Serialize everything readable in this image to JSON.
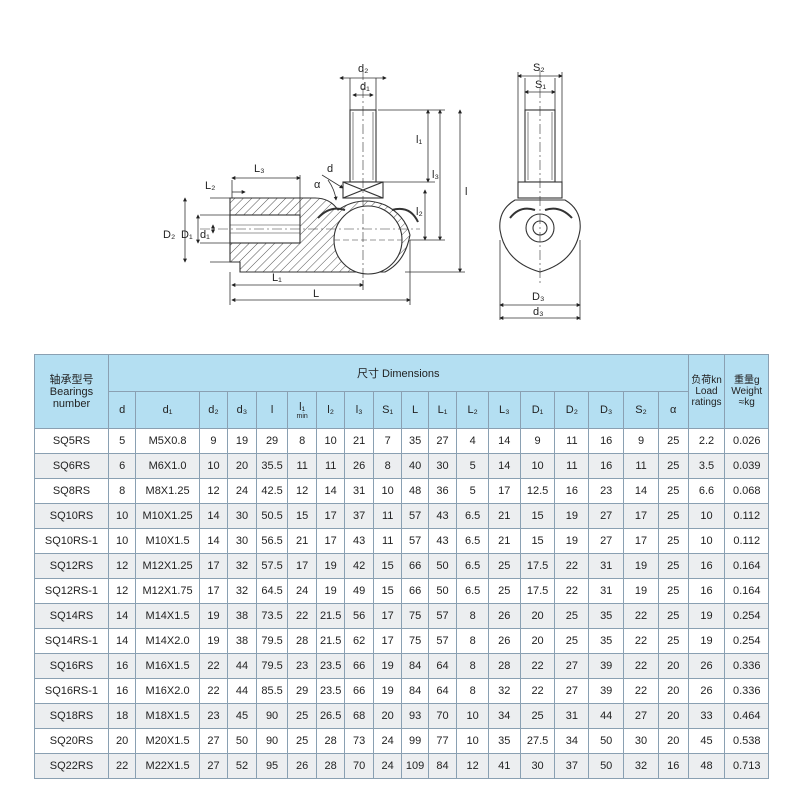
{
  "drawing_labels": {
    "d2_top": "d₂",
    "d1_top": "d₁",
    "l1": "l₁",
    "l3": "l₃",
    "l": "l",
    "l2": "l₂",
    "d": "d",
    "alpha": "α",
    "L3": "L₃",
    "L2": "L₂",
    "D2": "D₂",
    "D1": "D₁",
    "d1_left": "d₁",
    "L1": "L₁",
    "L": "L",
    "S2": "S₂",
    "S1": "S₁",
    "D3": "D₃",
    "d3": "d₃"
  },
  "table": {
    "model_header_cn": "轴承型号",
    "model_header_en1": "Bearings",
    "model_header_en2": "number",
    "dimensions_header": "尺寸 Dimensions",
    "load_header_cn": "负荷kn",
    "load_header_en1": "Load",
    "load_header_en2": "ratings",
    "weight_header_cn": "重量g",
    "weight_header_en1": "Weight",
    "weight_header_en2": "≈kg",
    "columns": [
      "d",
      "d₁",
      "d₂",
      "d₃",
      "l",
      "l₁",
      "l₂",
      "l₃",
      "S₁",
      "L",
      "L₁",
      "L₂",
      "L₃",
      "D₁",
      "D₂",
      "D₃",
      "S₂",
      "α"
    ],
    "l1_sub": "min",
    "rows": [
      [
        "SQ5RS",
        "5",
        "M5X0.8",
        "9",
        "19",
        "29",
        "8",
        "10",
        "21",
        "7",
        "35",
        "27",
        "4",
        "14",
        "9",
        "11",
        "16",
        "9",
        "25",
        "2.2",
        "0.026"
      ],
      [
        "SQ6RS",
        "6",
        "M6X1.0",
        "10",
        "20",
        "35.5",
        "11",
        "11",
        "26",
        "8",
        "40",
        "30",
        "5",
        "14",
        "10",
        "11",
        "16",
        "11",
        "25",
        "3.5",
        "0.039"
      ],
      [
        "SQ8RS",
        "8",
        "M8X1.25",
        "12",
        "24",
        "42.5",
        "12",
        "14",
        "31",
        "10",
        "48",
        "36",
        "5",
        "17",
        "12.5",
        "16",
        "23",
        "14",
        "25",
        "6.6",
        "0.068"
      ],
      [
        "SQ10RS",
        "10",
        "M10X1.25",
        "14",
        "30",
        "50.5",
        "15",
        "17",
        "37",
        "11",
        "57",
        "43",
        "6.5",
        "21",
        "15",
        "19",
        "27",
        "17",
        "25",
        "10",
        "0.112"
      ],
      [
        "SQ10RS-1",
        "10",
        "M10X1.5",
        "14",
        "30",
        "56.5",
        "21",
        "17",
        "43",
        "11",
        "57",
        "43",
        "6.5",
        "21",
        "15",
        "19",
        "27",
        "17",
        "25",
        "10",
        "0.112"
      ],
      [
        "SQ12RS",
        "12",
        "M12X1.25",
        "17",
        "32",
        "57.5",
        "17",
        "19",
        "42",
        "15",
        "66",
        "50",
        "6.5",
        "25",
        "17.5",
        "22",
        "31",
        "19",
        "25",
        "16",
        "0.164"
      ],
      [
        "SQ12RS-1",
        "12",
        "M12X1.75",
        "17",
        "32",
        "64.5",
        "24",
        "19",
        "49",
        "15",
        "66",
        "50",
        "6.5",
        "25",
        "17.5",
        "22",
        "31",
        "19",
        "25",
        "16",
        "0.164"
      ],
      [
        "SQ14RS",
        "14",
        "M14X1.5",
        "19",
        "38",
        "73.5",
        "22",
        "21.5",
        "56",
        "17",
        "75",
        "57",
        "8",
        "26",
        "20",
        "25",
        "35",
        "22",
        "25",
        "19",
        "0.254"
      ],
      [
        "SQ14RS-1",
        "14",
        "M14X2.0",
        "19",
        "38",
        "79.5",
        "28",
        "21.5",
        "62",
        "17",
        "75",
        "57",
        "8",
        "26",
        "20",
        "25",
        "35",
        "22",
        "25",
        "19",
        "0.254"
      ],
      [
        "SQ16RS",
        "16",
        "M16X1.5",
        "22",
        "44",
        "79.5",
        "23",
        "23.5",
        "66",
        "19",
        "84",
        "64",
        "8",
        "28",
        "22",
        "27",
        "39",
        "22",
        "20",
        "26",
        "0.336"
      ],
      [
        "SQ16RS-1",
        "16",
        "M16X2.0",
        "22",
        "44",
        "85.5",
        "29",
        "23.5",
        "66",
        "19",
        "84",
        "64",
        "8",
        "32",
        "22",
        "27",
        "39",
        "22",
        "20",
        "26",
        "0.336"
      ],
      [
        "SQ18RS",
        "18",
        "M18X1.5",
        "23",
        "45",
        "90",
        "25",
        "26.5",
        "68",
        "20",
        "93",
        "70",
        "10",
        "34",
        "25",
        "31",
        "44",
        "27",
        "20",
        "33",
        "0.464"
      ],
      [
        "SQ20RS",
        "20",
        "M20X1.5",
        "27",
        "50",
        "90",
        "25",
        "28",
        "73",
        "24",
        "99",
        "77",
        "10",
        "35",
        "27.5",
        "34",
        "50",
        "30",
        "20",
        "45",
        "0.538"
      ],
      [
        "SQ22RS",
        "22",
        "M22X1.5",
        "27",
        "52",
        "95",
        "26",
        "28",
        "70",
        "24",
        "109",
        "84",
        "12",
        "41",
        "30",
        "37",
        "50",
        "32",
        "16",
        "48",
        "0.713"
      ]
    ]
  }
}
